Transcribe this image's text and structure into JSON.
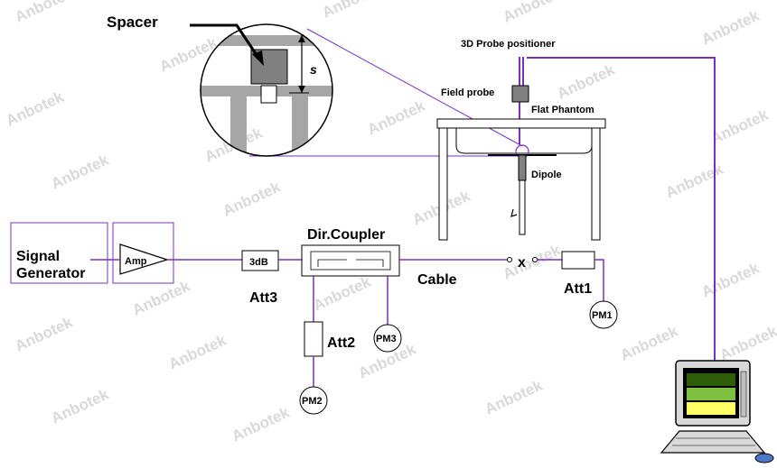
{
  "labels": {
    "spacer": "Spacer",
    "s": "s",
    "probe_positioner": "3D Probe positioner",
    "field_probe": "Field probe",
    "flat_phantom": "Flat Phantom",
    "dipole": "Dipole",
    "signal_gen_line1": "Signal",
    "signal_gen_line2": "Generator",
    "amp": "Amp",
    "att_3db": "3dB",
    "dir_coupler": "Dir.Coupler",
    "att3": "Att3",
    "att2": "Att2",
    "cable": "Cable",
    "x_mark": "x",
    "att1": "Att1",
    "pm1": "PM1",
    "pm2": "PM2",
    "pm3": "PM3"
  },
  "watermark": "Anbotek",
  "colors": {
    "purple": "#7b2fbf",
    "gray": "#a6a6a6",
    "dark_gray": "#808080",
    "monitor_green_dark": "#2e5e0a",
    "monitor_green_mid": "#7fbf3f",
    "monitor_yellow": "#ffff66"
  }
}
